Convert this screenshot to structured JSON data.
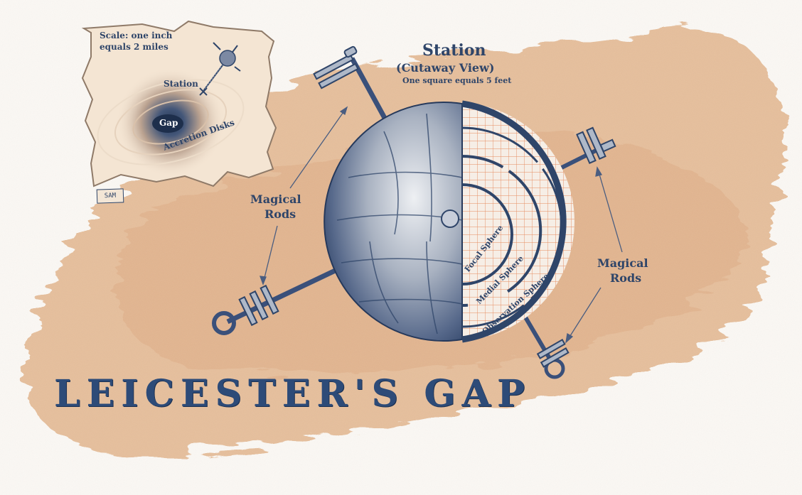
{
  "map": {
    "title": "LEICESTER'S GAP",
    "cutaway": {
      "title": "Station",
      "subtitle": "(Cutaway View)",
      "scale": "One square equals 5 feet"
    },
    "inset": {
      "scale_line1": "Scale: one inch",
      "scale_line2": "equals 2 miles",
      "station_label": "Station",
      "gap_label": "Gap",
      "disks_label": "Accretion Disks"
    },
    "rods_label_left_line1": "Magical",
    "rods_label_left_line2": "Rods",
    "rods_label_right_line1": "Magical",
    "rods_label_right_line2": "Rods",
    "spheres": {
      "focal": "Focal Sphere",
      "medial": "Medial Sphere",
      "observation": "Observation Sphere"
    },
    "signature": "SAM",
    "colors": {
      "ink": "#2f4569",
      "wash": "#e2b48e",
      "parchment": "#f3e6d6",
      "grid": "#e58a5c",
      "background": "#fbf8f4"
    }
  }
}
